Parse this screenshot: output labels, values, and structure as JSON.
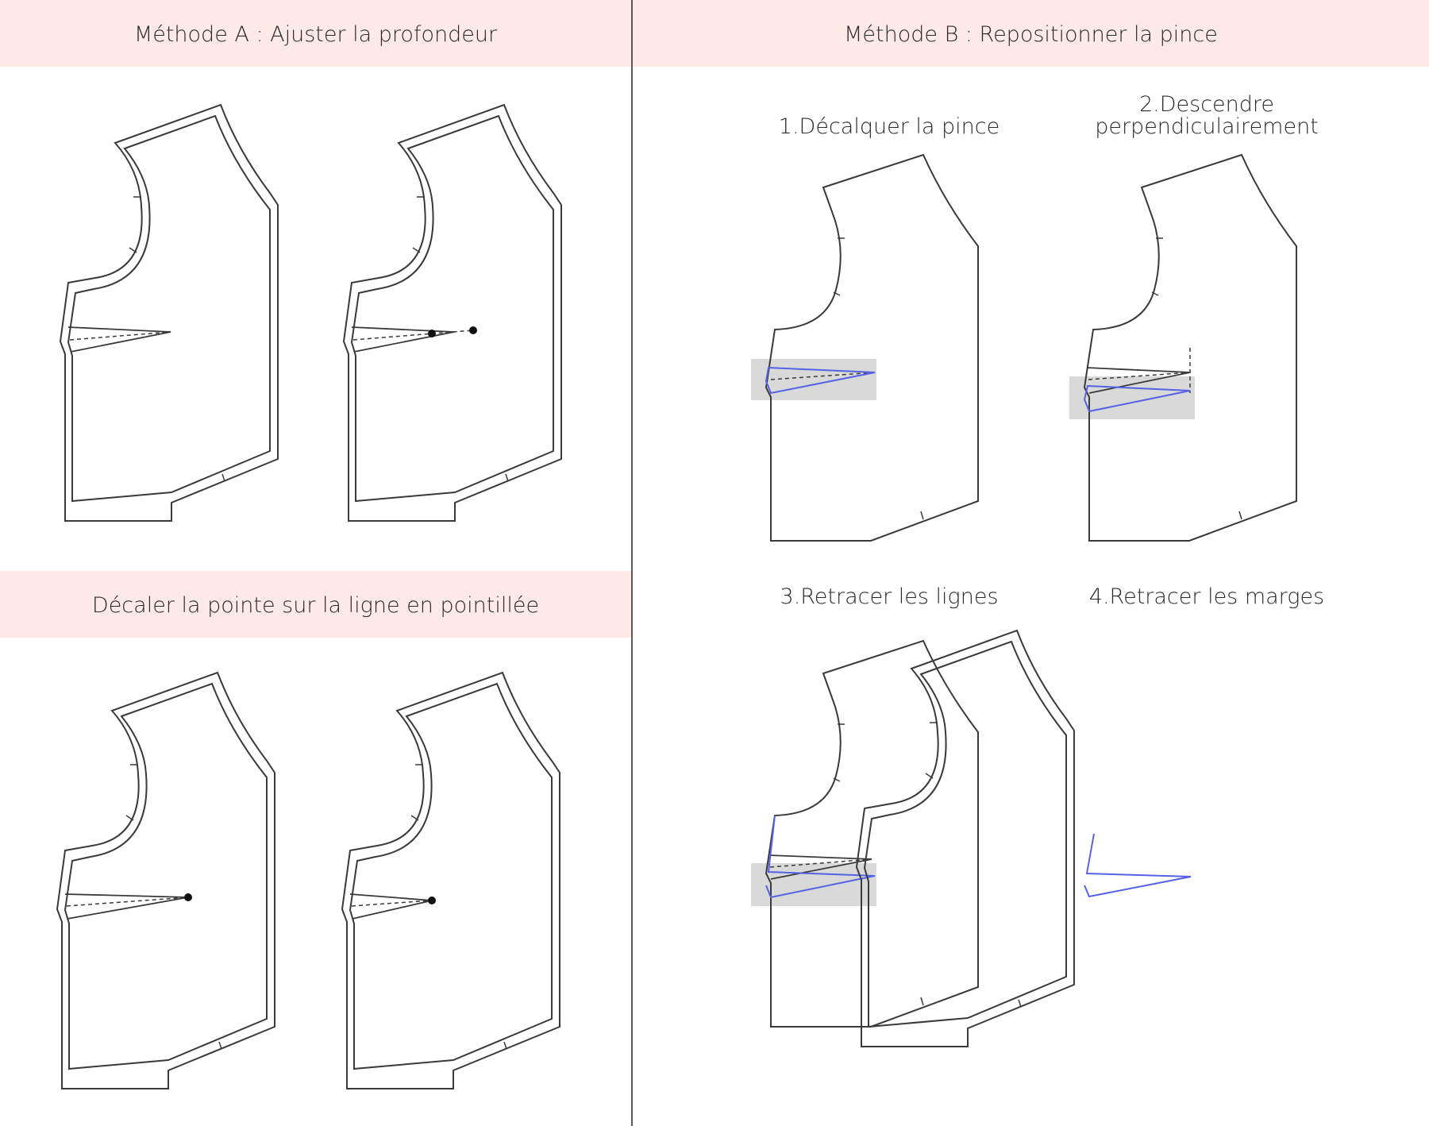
{
  "method_a": {
    "title": "Méthode A : Ajuster la profondeur"
  },
  "method_a_sub": {
    "title": "Décaler la pointe sur la ligne en pointillée"
  },
  "method_b": {
    "title": "Méthode B : Repositionner la pince",
    "steps": [
      {
        "label": "1.Décalquer la pince"
      },
      {
        "label": "2.Descendre perpendiculairement"
      },
      {
        "label": "3.Retracer les lignes"
      },
      {
        "label": "4.Retracer les marges"
      }
    ]
  },
  "colors": {
    "band": "#fde9e5",
    "outline": "#3a3a3a",
    "blue_dart": "#5662e6",
    "highlight": "#d9d9d9",
    "divider": "#5a5a5a"
  }
}
